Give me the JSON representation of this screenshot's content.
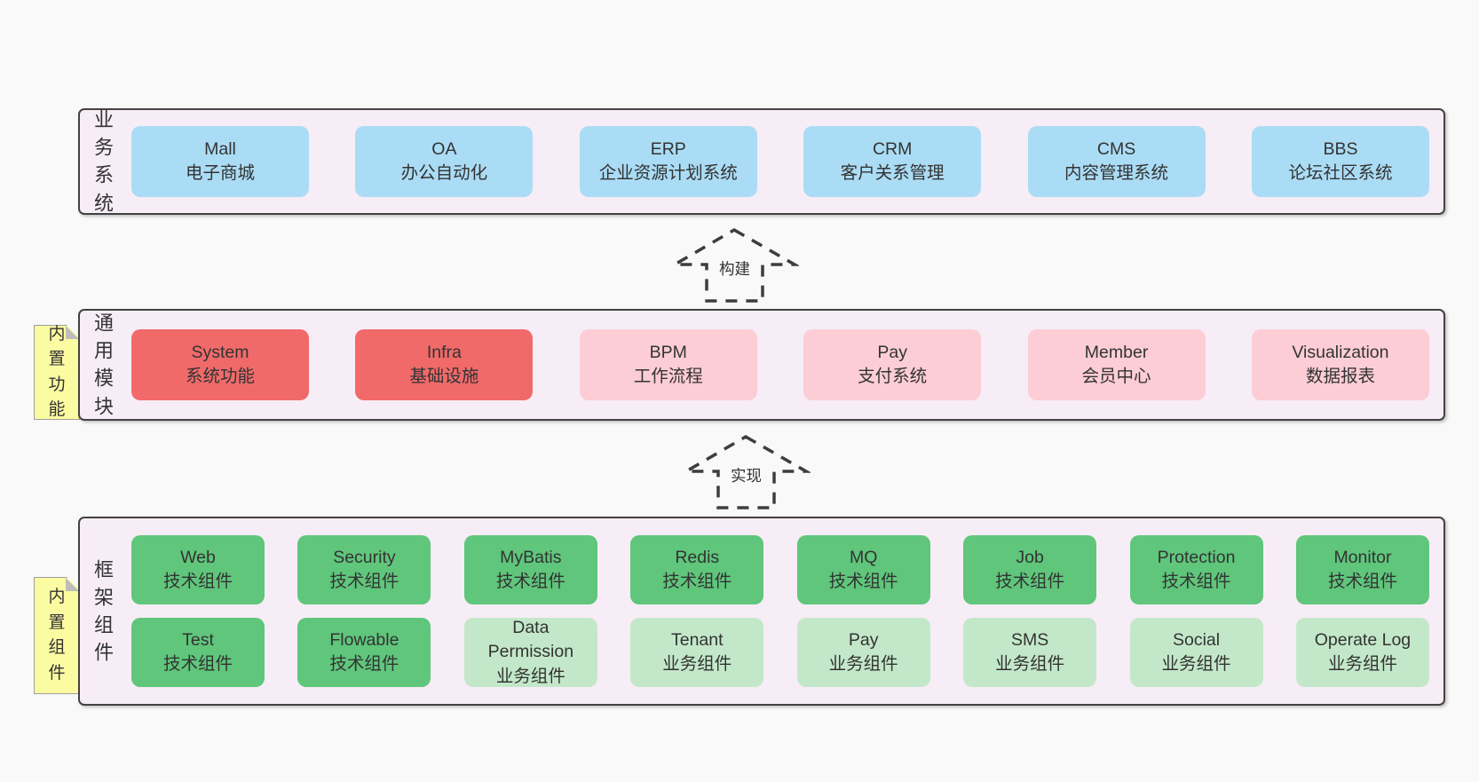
{
  "colors": {
    "page_bg": "#f9f9f9",
    "container_bg": "#f7edf6",
    "container_border": "#424242",
    "blue_box": "#abdcf5",
    "red_box": "#f16a6a",
    "pink_box": "#fccdd5",
    "green_dark_box": "#5fc67b",
    "green_light_box": "#c3e8c9",
    "note_yellow": "#fbfba1",
    "text": "#333333"
  },
  "layers": {
    "business": {
      "label": "业务系统",
      "boxes": [
        {
          "title": "Mall",
          "subtitle": "电子商城"
        },
        {
          "title": "OA",
          "subtitle": "办公自动化"
        },
        {
          "title": "ERP",
          "subtitle": "企业资源计划系统"
        },
        {
          "title": "CRM",
          "subtitle": "客户关系管理"
        },
        {
          "title": "CMS",
          "subtitle": "内容管理系统"
        },
        {
          "title": "BBS",
          "subtitle": "论坛社区系统"
        }
      ]
    },
    "common": {
      "label": "通用模块",
      "note": "内置功能",
      "boxes": [
        {
          "title": "System",
          "subtitle": "系统功能",
          "variant": "red"
        },
        {
          "title": "Infra",
          "subtitle": "基础设施",
          "variant": "red"
        },
        {
          "title": "BPM",
          "subtitle": "工作流程",
          "variant": "pink"
        },
        {
          "title": "Pay",
          "subtitle": "支付系统",
          "variant": "pink"
        },
        {
          "title": "Member",
          "subtitle": "会员中心",
          "variant": "pink"
        },
        {
          "title": "Visualization",
          "subtitle": "数据报表",
          "variant": "pink"
        }
      ]
    },
    "framework": {
      "label": "框架组件",
      "note": "内置组件",
      "row1": [
        {
          "title": "Web",
          "subtitle": "技术组件",
          "variant": "green-dark"
        },
        {
          "title": "Security",
          "subtitle": "技术组件",
          "variant": "green-dark"
        },
        {
          "title": "MyBatis",
          "subtitle": "技术组件",
          "variant": "green-dark"
        },
        {
          "title": "Redis",
          "subtitle": "技术组件",
          "variant": "green-dark"
        },
        {
          "title": "MQ",
          "subtitle": "技术组件",
          "variant": "green-dark"
        },
        {
          "title": "Job",
          "subtitle": "技术组件",
          "variant": "green-dark"
        },
        {
          "title": "Protection",
          "subtitle": "技术组件",
          "variant": "green-dark"
        },
        {
          "title": "Monitor",
          "subtitle": "技术组件",
          "variant": "green-dark"
        }
      ],
      "row2": [
        {
          "title": "Test",
          "subtitle": "技术组件",
          "variant": "green-dark"
        },
        {
          "title": "Flowable",
          "subtitle": "技术组件",
          "variant": "green-dark"
        },
        {
          "title": "Data Permission",
          "subtitle": "业务组件",
          "variant": "green-light"
        },
        {
          "title": "Tenant",
          "subtitle": "业务组件",
          "variant": "green-light"
        },
        {
          "title": "Pay",
          "subtitle": "业务组件",
          "variant": "green-light"
        },
        {
          "title": "SMS",
          "subtitle": "业务组件",
          "variant": "green-light"
        },
        {
          "title": "Social",
          "subtitle": "业务组件",
          "variant": "green-light"
        },
        {
          "title": "Operate Log",
          "subtitle": "业务组件",
          "variant": "green-light"
        }
      ]
    }
  },
  "arrows": {
    "build": "构建",
    "implement": "实现"
  }
}
